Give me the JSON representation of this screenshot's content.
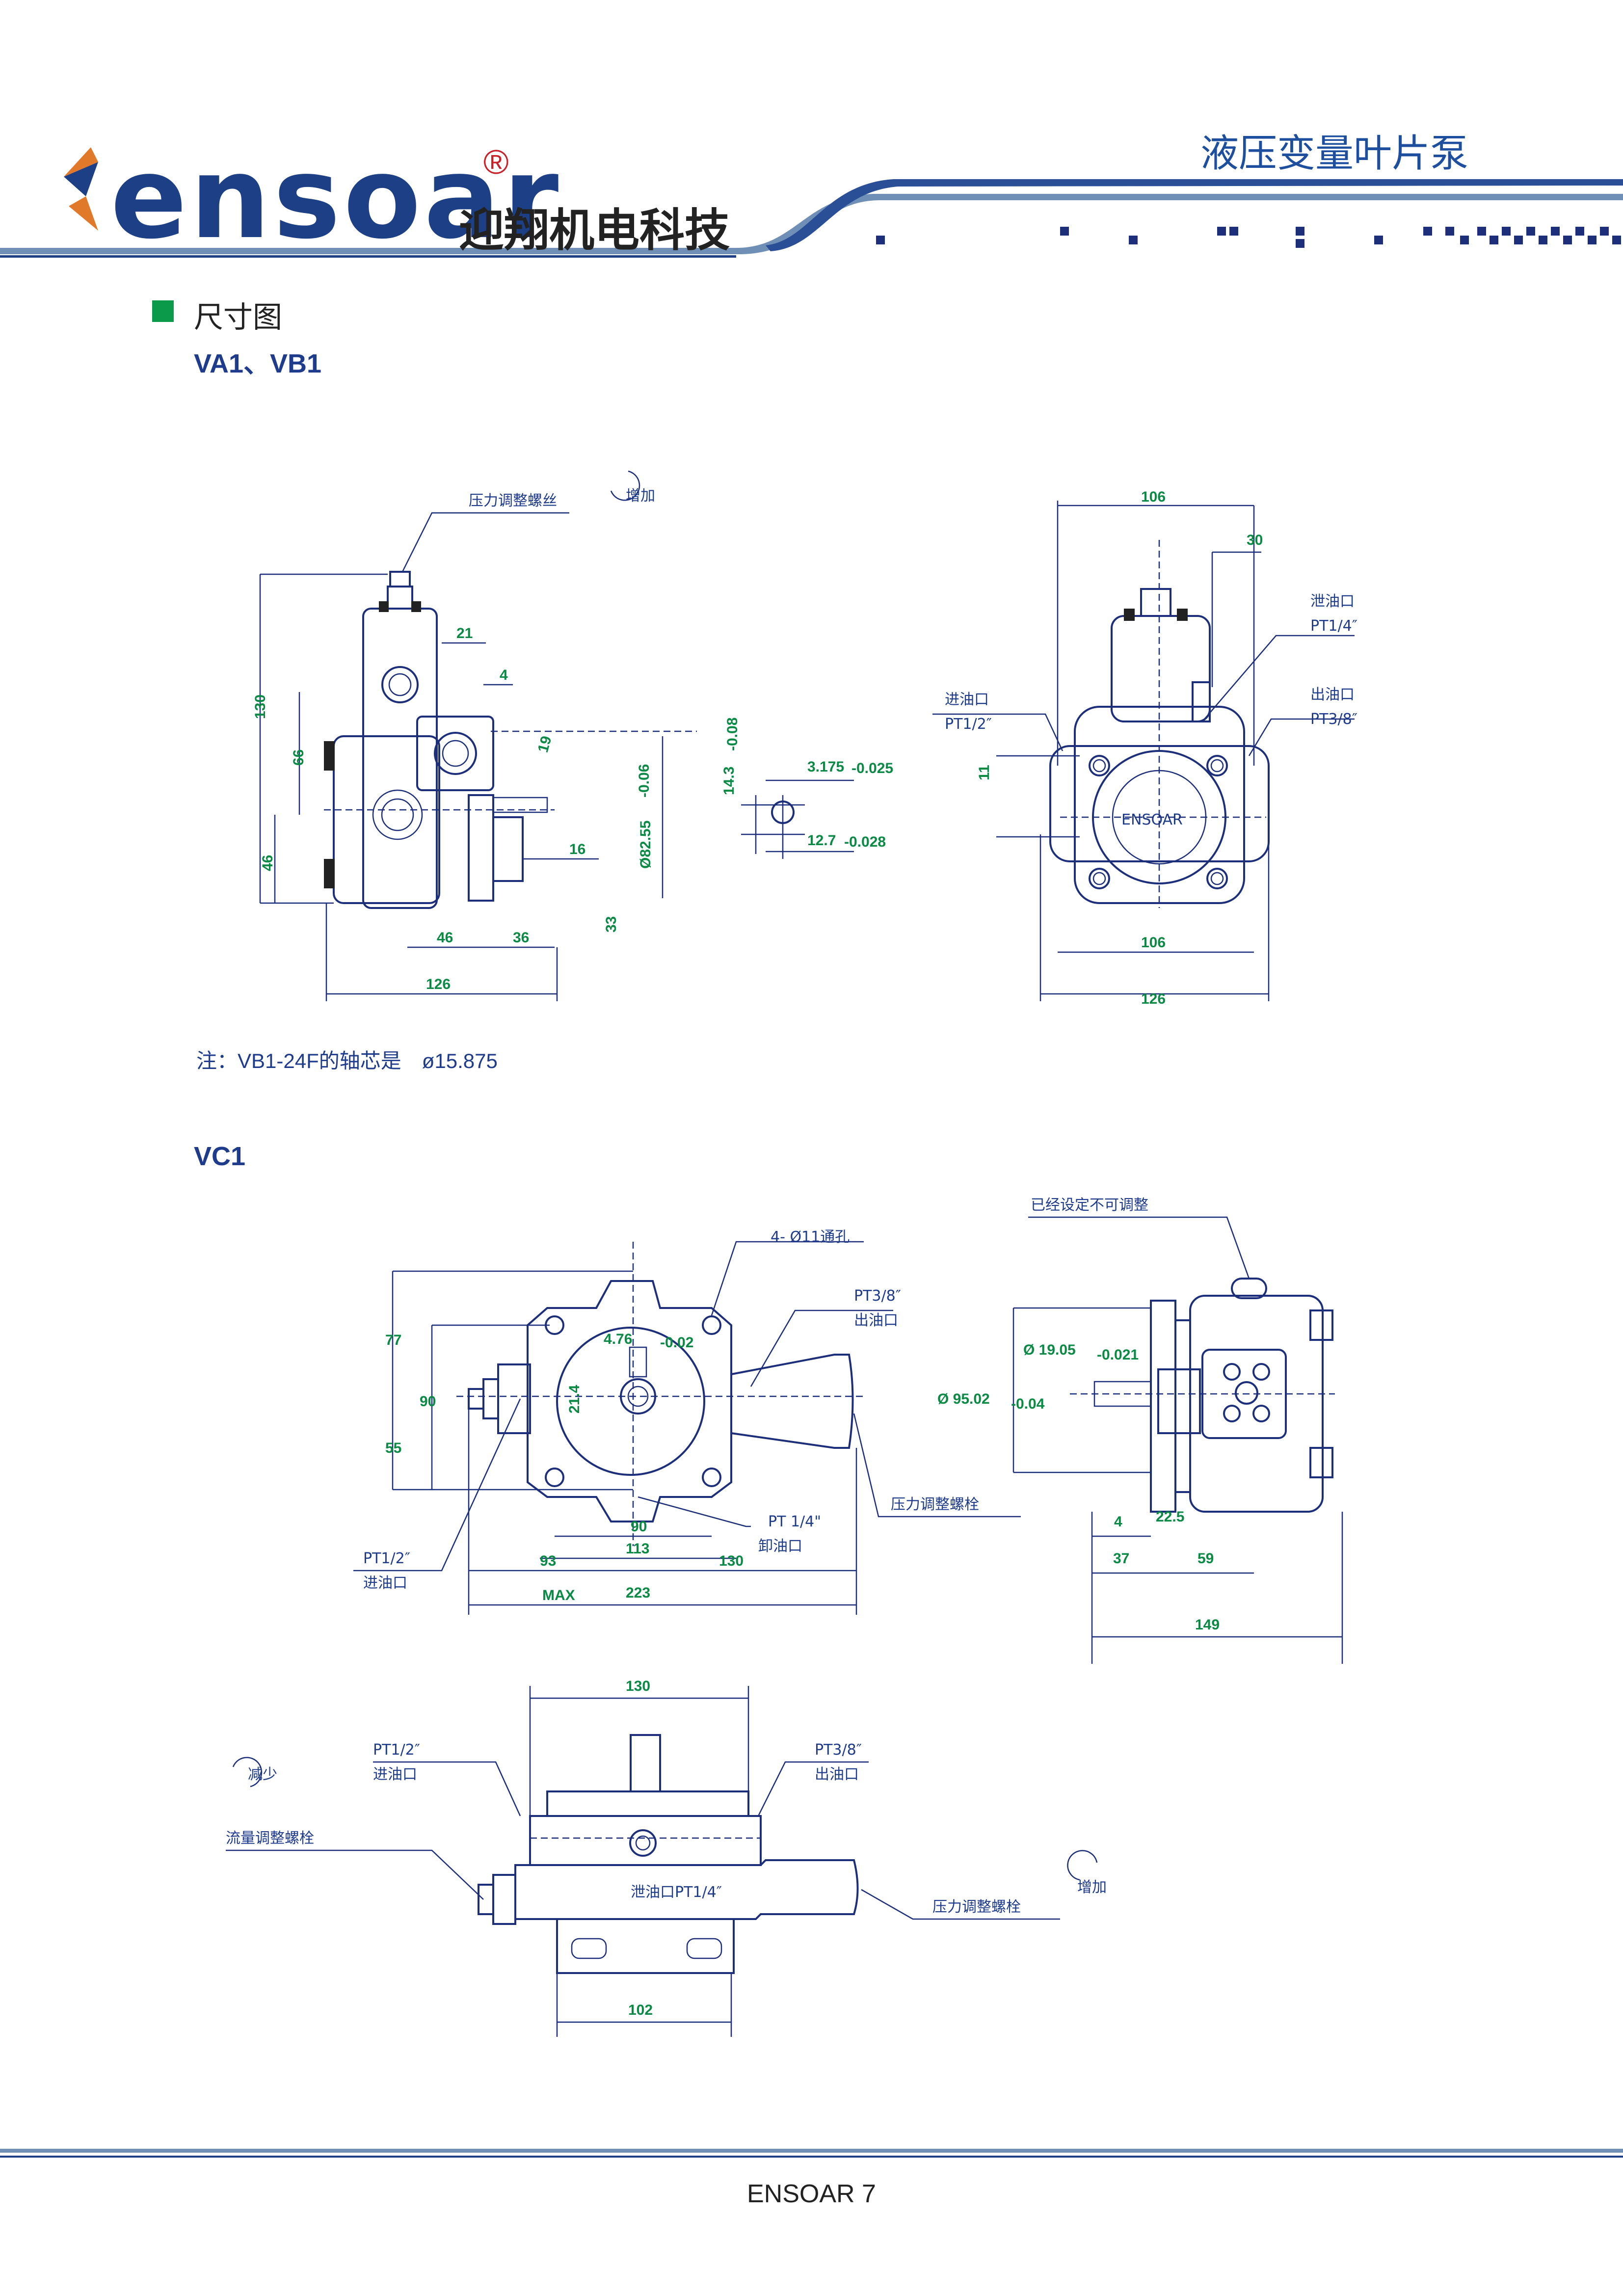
{
  "header": {
    "brand_word": "ensoar",
    "brand_cn": "迎翔机电科技",
    "registered_mark": "®",
    "series_title": "液压变量叶片泵"
  },
  "section": {
    "title": "尺寸图",
    "va_subtitle": "VA1、VB1",
    "vc_subtitle": "VC1",
    "note": "注：VB1-24F的轴芯是　ø15.875"
  },
  "va_side": {
    "pressure_screw": "压力调整螺丝",
    "increase": "增加",
    "d130": "130",
    "d66": "66",
    "d46": "46",
    "d21": "21",
    "d4": "4",
    "d19": "19",
    "d16": "16",
    "d82": "Ø82.55",
    "d82tol": "-0.06",
    "d33": "33",
    "d46b": "46",
    "d36": "36",
    "d126": "126"
  },
  "va_key": {
    "d143": "14.3",
    "d143tol": "-0.08",
    "d3175": "3.175",
    "d3175tol": "-0.025",
    "d127": "12.7",
    "d127tol": "-0.028"
  },
  "va_front": {
    "d106top": "106",
    "d30": "30",
    "drain": "泄油口",
    "drain_pt": "PT1/4″",
    "inlet": "进油口",
    "inlet_pt": "PT1/2″",
    "outlet": "出油口",
    "outlet_pt": "PT3/8″",
    "d11": "11",
    "logo": "ENSOAR",
    "d106": "106",
    "d126": "126"
  },
  "vc_front": {
    "holes": "4- Ø11通孔",
    "outlet_pt": "PT3/8″",
    "outlet": "出油口",
    "d77": "77",
    "d90": "90",
    "d55": "55",
    "d476": "4.76",
    "d476tol": "-0.02",
    "d214": "21.4",
    "pressure_bolt": "压力调整螺栓",
    "unload_pt": "PT 1/4\"",
    "unload": "卸油口",
    "inlet_pt": "PT1/2″",
    "inlet": "进油口",
    "d90b": "90",
    "d113": "113",
    "d93": "93",
    "d130": "130",
    "max": "MAX",
    "d223": "223"
  },
  "vc_side": {
    "fixed": "已经设定不可调整",
    "d1905": "Ø 19.05",
    "d1905tol": "-0.021",
    "d9502": "Ø 95.02",
    "d9502tol": "-0.04",
    "d4": "4",
    "d225": "22.5",
    "d37": "37",
    "d59": "59",
    "d149": "149"
  },
  "vc_top": {
    "d130": "130",
    "decrease": "减少",
    "inlet_pt": "PT1/2″",
    "inlet": "进油口",
    "outlet_pt": "PT3/8″",
    "outlet": "出油口",
    "flow_bolt": "流量调整螺栓",
    "drain": "泄油口PT1/4″",
    "increase": "增加",
    "pressure_bolt": "压力调整螺栓",
    "d102": "102"
  },
  "footer": {
    "text": "ENSOAR  7"
  }
}
